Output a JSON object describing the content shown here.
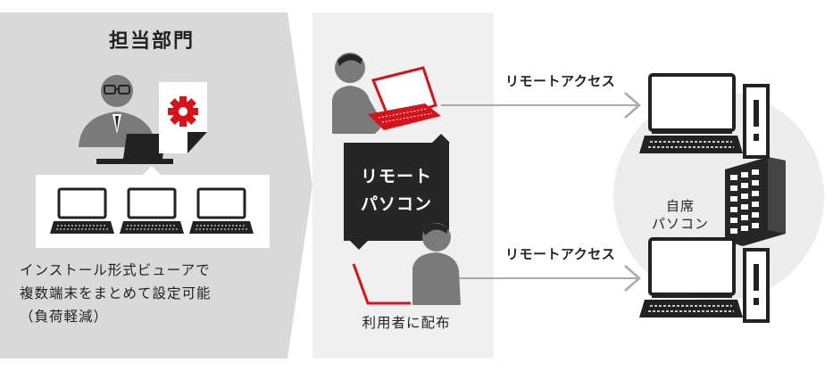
{
  "department": {
    "title": "担当部門",
    "description": [
      "インストール形式ビューアで",
      "複数端末をまとめて設定可能",
      "（負荷軽減）"
    ]
  },
  "remote_pc_box": {
    "lines": [
      "リモート",
      "パソコン"
    ]
  },
  "distribution_label": "利用者に配布",
  "access_arrows": [
    {
      "label": "リモートアクセス"
    },
    {
      "label": "リモートアクセス"
    }
  ],
  "own_pc": {
    "lines": [
      "自席",
      "パソコン"
    ]
  },
  "colors": {
    "accent": "#d7121b",
    "panel_gray": "#d9d9d9",
    "panel_light": "#f0f0f0",
    "dark": "#262626",
    "person_gray": "#7a7a7a"
  }
}
